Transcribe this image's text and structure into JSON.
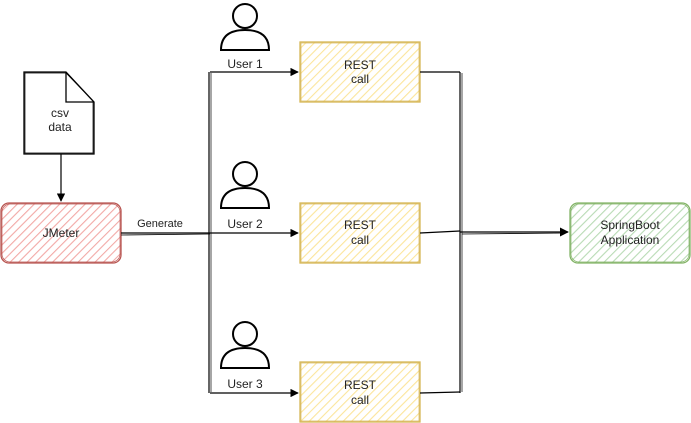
{
  "csv_file": {
    "line1": "csv",
    "line2": "data"
  },
  "jmeter": {
    "label": "JMeter"
  },
  "edge_label": "Generate",
  "users": [
    {
      "label": "User 1"
    },
    {
      "label": "User 2"
    },
    {
      "label": "User 3"
    }
  ],
  "rest_calls": [
    {
      "line1": "REST",
      "line2": "call"
    },
    {
      "line1": "REST",
      "line2": "call"
    },
    {
      "line1": "REST",
      "line2": "call"
    }
  ],
  "springboot": {
    "line1": "SpringBoot",
    "line2": "Application"
  },
  "colors": {
    "jmeter_fill": "#f8cecc",
    "jmeter_stroke": "#b85450",
    "rest_fill": "#fff2cc",
    "rest_stroke": "#d6b656",
    "app_fill": "#d5e8d4",
    "app_stroke": "#82b366",
    "line": "#000000"
  }
}
